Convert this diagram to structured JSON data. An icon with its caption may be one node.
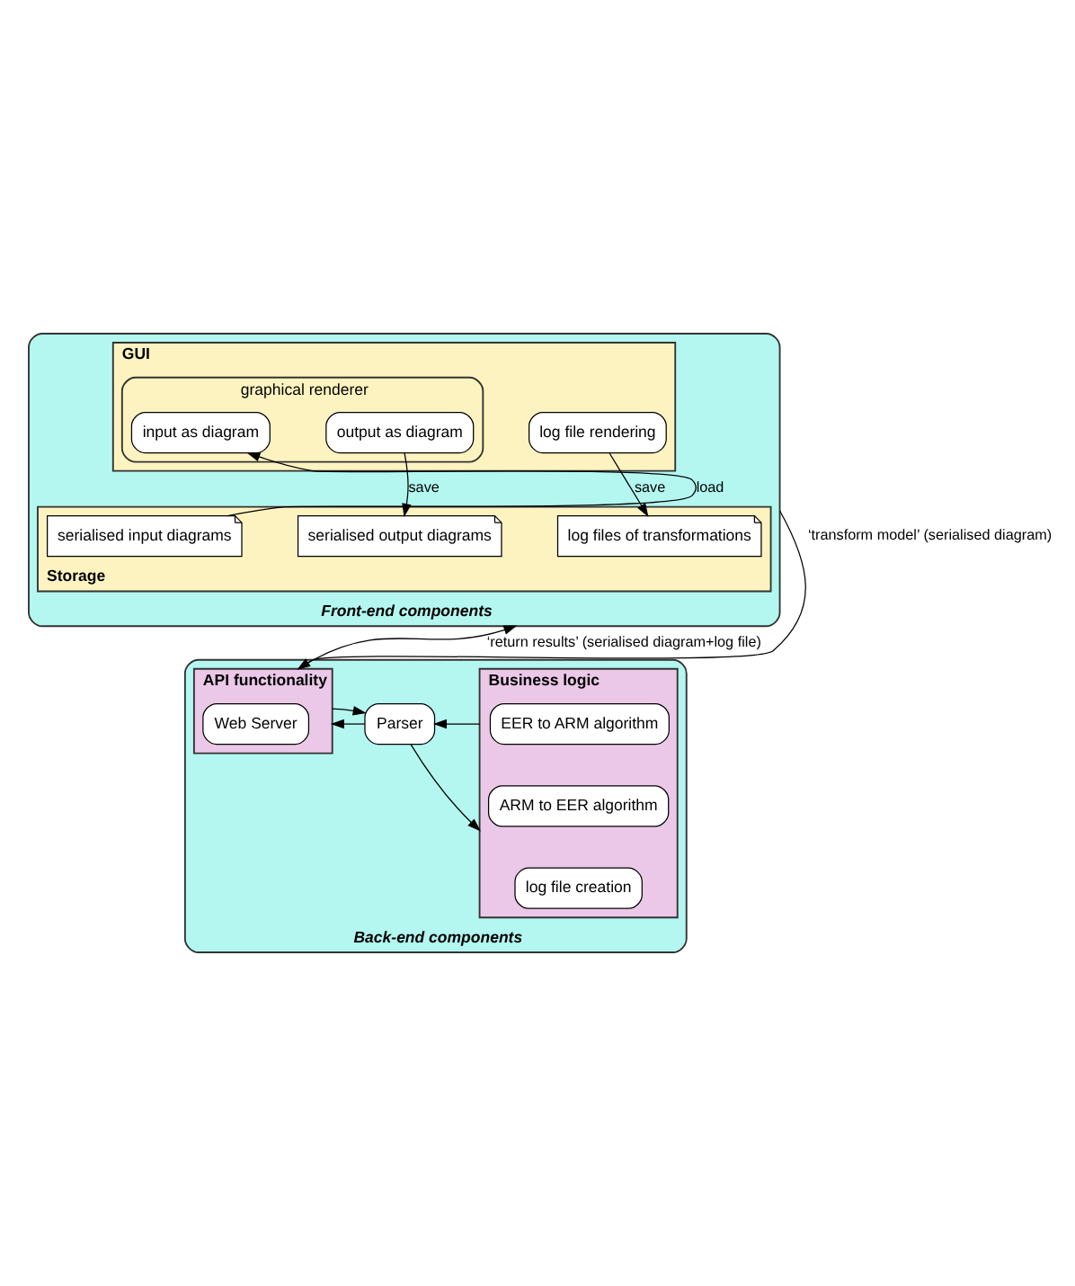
{
  "diagram": {
    "nodes": [
      {
        "text": [
          "Front-end components"
        ]
      },
      {
        "text": [
          "GUI"
        ],
        "in": 0
      },
      {
        "text": [
          "graphical renderer"
        ],
        "in": 1
      },
      {
        "text": [
          "input as diagram"
        ],
        "in": 2
      },
      {
        "text": [
          "output as diagram"
        ],
        "in": 2
      },
      {
        "text": [
          "log file rendering"
        ],
        "in": 1
      },
      {
        "text": [
          "Storage"
        ],
        "in": 0
      },
      {
        "text": [
          "serialised input diagrams"
        ],
        "in": 6
      },
      {
        "text": [
          "serialised output diagrams"
        ],
        "in": 6
      },
      {
        "text": [
          "log files of transformations"
        ],
        "in": 6
      },
      {
        "text": [
          "Back-end components"
        ]
      },
      {
        "text": [
          "API functionality"
        ],
        "in": 10
      },
      {
        "text": [
          "Web Server"
        ],
        "in": 11
      },
      {
        "text": [
          "Parser"
        ],
        "in": 10
      },
      {
        "text": [
          "Business logic"
        ],
        "in": 10
      },
      {
        "text": [
          "EER to ARM algorithm"
        ],
        "in": 14
      },
      {
        "text": [
          "ARM to EER algorithm"
        ],
        "in": 14
      },
      {
        "text": [
          "log file creation"
        ],
        "in": 14
      }
    ],
    "edges": [
      {
        "from": 7,
        "to": 3,
        "arrow": "to",
        "label": "load"
      },
      {
        "from": 4,
        "to": 8,
        "arrow": "to",
        "label": "save"
      },
      {
        "from": 5,
        "to": 9,
        "arrow": "to",
        "label": "save"
      },
      {
        "from": 0,
        "to": 11,
        "arrow": "to",
        "label": "‘transform model’ (serialised diagram)"
      },
      {
        "from": 11,
        "to": 0,
        "arrow": "to",
        "label": "‘return results’ (serialised diagram+log file)"
      },
      {
        "from": 11,
        "to": 13,
        "arrow": "to"
      },
      {
        "from": 13,
        "to": 11,
        "arrow": "to"
      },
      {
        "from": 13,
        "to": 14,
        "arrow": "to"
      },
      {
        "from": 14,
        "to": 13,
        "arrow": "to"
      }
    ]
  }
}
